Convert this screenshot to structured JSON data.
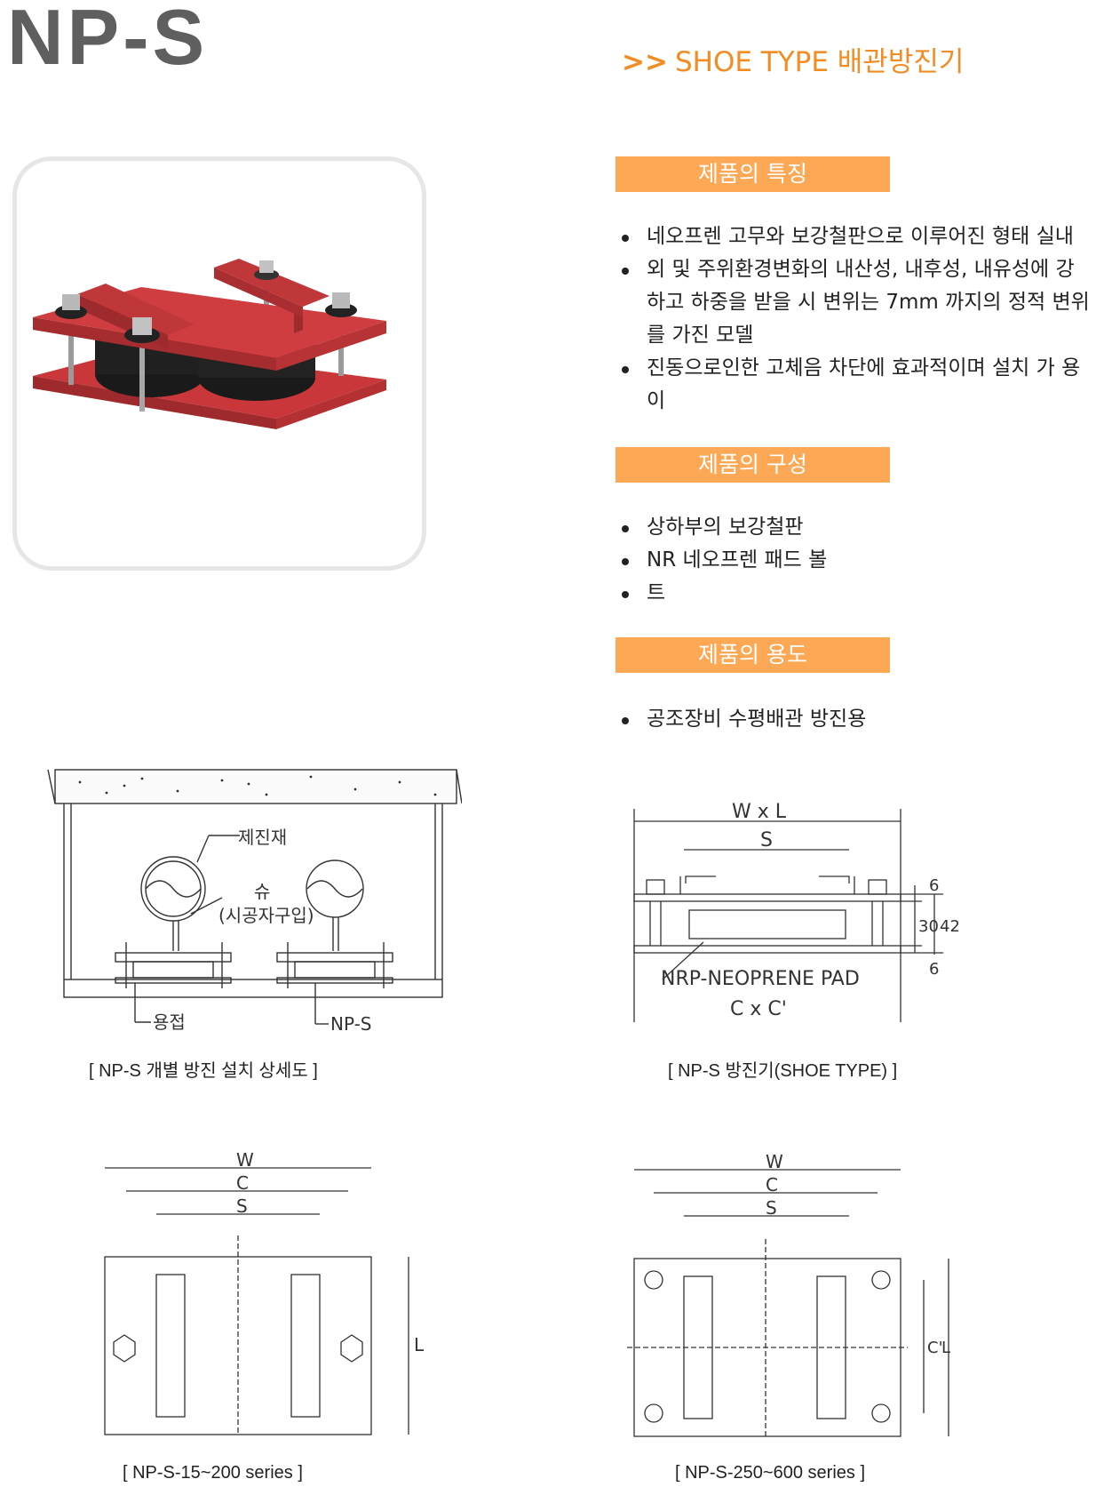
{
  "header": {
    "model": "NP-S",
    "chevron": ">>",
    "subtitle": "SHOE TYPE 배관방진기"
  },
  "features": {
    "title": "제품의  특징",
    "items": [
      "네오프렌 고무와 보강철판으로 이루어진 형태 실내",
      "외 및 주위환경변화의 내산성, 내후성, 내유성에 강하고 하중을 받을 시 변위는 7mm 까지의 정적 변위를 가진 모델",
      "진동으로인한 고체음 차단에 효과적이며 설치 가 용 이"
    ]
  },
  "composition": {
    "title": "제품의  구성",
    "items": [
      "상하부의 보강철판",
      "NR 네오프렌 패드 볼",
      "트"
    ]
  },
  "usage": {
    "title": "제품의  용도",
    "items": [
      "공조장비 수평배관 방진용"
    ]
  },
  "drawing_install": {
    "label_damper": "제진재",
    "label_shoe": "슈",
    "label_shoe_note": "(시공자구입)",
    "label_weld": "용접",
    "label_model": "NP-S",
    "caption": "[ NP-S 개별 방진 설치 상세도 ]"
  },
  "drawing_section": {
    "label_wl": "W x L",
    "label_s": "S",
    "label_pad": "NRP-NEOPRENE  PAD",
    "label_cc": "C x C'",
    "dim_6_top": "6",
    "dim_30": "30",
    "dim_42": "42",
    "dim_6_bottom": "6",
    "caption": "[ NP-S 방진기(SHOE TYPE) ]"
  },
  "drawing_plan_small": {
    "label_w": "W",
    "label_c": "C",
    "label_s": "S",
    "label_l": "L",
    "caption": "[ NP-S-15~200 series ]"
  },
  "drawing_plan_large": {
    "label_w": "W",
    "label_c": "C",
    "label_s": "S",
    "label_c2": "C'",
    "label_l": "L",
    "caption": "[ NP-S-250~600 series ]"
  },
  "colors": {
    "accent_orange": "#f28c23",
    "section_header": "#fca855",
    "product_red": "#c9373a",
    "title_gray": "#5f5f5f"
  }
}
